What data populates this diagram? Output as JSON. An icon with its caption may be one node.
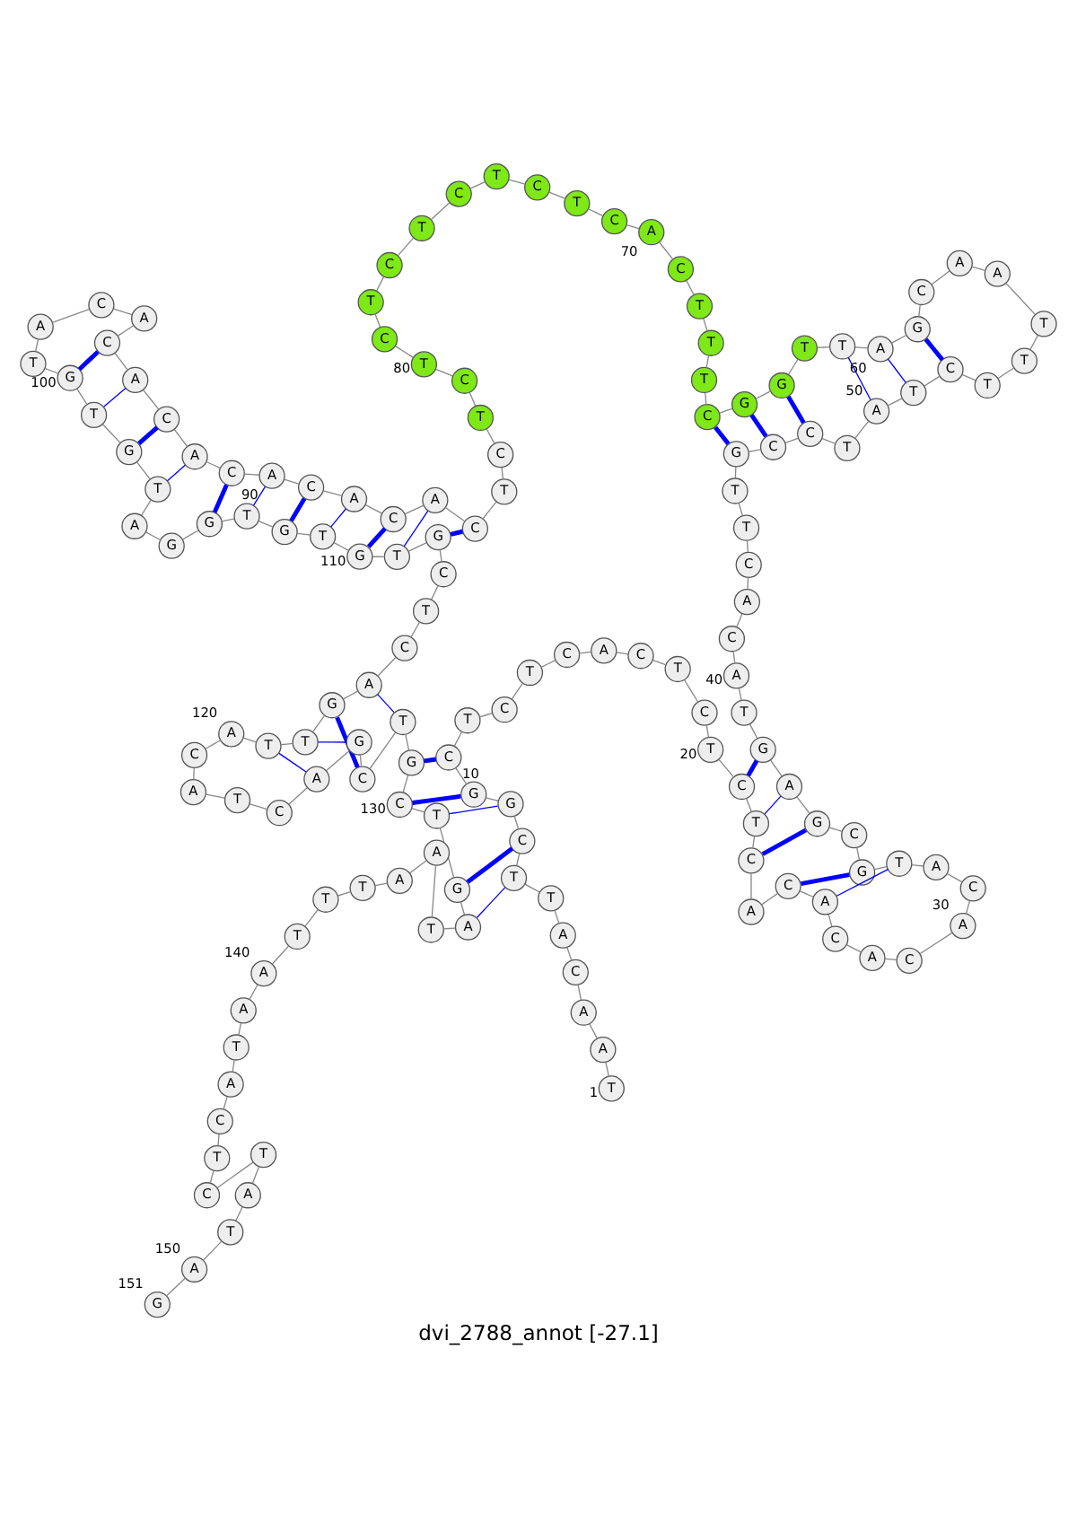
{
  "diagram": {
    "title": "dvi_2788_annot [-27.1]",
    "nodes": [
      {
        "text": [
          "T"
        ],
        "beside": [
          "1"
        ]
      },
      {
        "text": [
          "A"
        ]
      },
      {
        "text": [
          "A"
        ]
      },
      {
        "text": [
          "C"
        ]
      },
      {
        "text": [
          "A"
        ]
      },
      {
        "text": [
          "T"
        ]
      },
      {
        "text": [
          "T"
        ]
      },
      {
        "text": [
          "C"
        ]
      },
      {
        "text": [
          "G"
        ]
      },
      {
        "text": [
          "G"
        ],
        "beside": [
          "10"
        ]
      },
      {
        "text": [
          "C"
        ]
      },
      {
        "text": [
          "T"
        ]
      },
      {
        "text": [
          "C"
        ]
      },
      {
        "text": [
          "T"
        ]
      },
      {
        "text": [
          "C"
        ]
      },
      {
        "text": [
          "A"
        ]
      },
      {
        "text": [
          "C"
        ]
      },
      {
        "text": [
          "T"
        ]
      },
      {
        "text": [
          "C"
        ]
      },
      {
        "text": [
          "T"
        ],
        "beside": [
          "20"
        ]
      },
      {
        "text": [
          "C"
        ]
      },
      {
        "text": [
          "T"
        ]
      },
      {
        "text": [
          "C"
        ]
      },
      {
        "text": [
          "A"
        ]
      },
      {
        "text": [
          "C"
        ]
      },
      {
        "text": [
          "A"
        ]
      },
      {
        "text": [
          "C"
        ]
      },
      {
        "text": [
          "A"
        ]
      },
      {
        "text": [
          "C"
        ]
      },
      {
        "text": [
          "A"
        ],
        "beside": [
          "30"
        ]
      },
      {
        "text": [
          "C"
        ]
      },
      {
        "text": [
          "A"
        ]
      },
      {
        "text": [
          "T"
        ]
      },
      {
        "text": [
          "G"
        ]
      },
      {
        "text": [
          "C"
        ]
      },
      {
        "text": [
          "G"
        ]
      },
      {
        "text": [
          "A"
        ]
      },
      {
        "text": [
          "G"
        ]
      },
      {
        "text": [
          "T"
        ]
      },
      {
        "text": [
          "A"
        ],
        "beside": [
          "40"
        ]
      },
      {
        "text": [
          "C"
        ]
      },
      {
        "text": [
          "A"
        ]
      },
      {
        "text": [
          "C"
        ]
      },
      {
        "text": [
          "T"
        ]
      },
      {
        "text": [
          "T"
        ]
      },
      {
        "text": [
          "G"
        ]
      },
      {
        "text": [
          "C"
        ]
      },
      {
        "text": [
          "C"
        ]
      },
      {
        "text": [
          "T"
        ]
      },
      {
        "text": [
          "A"
        ],
        "beside": [
          "50"
        ]
      },
      {
        "text": [
          "T"
        ]
      },
      {
        "text": [
          "C"
        ]
      },
      {
        "text": [
          "T"
        ]
      },
      {
        "text": [
          "T"
        ]
      },
      {
        "text": [
          "T"
        ]
      },
      {
        "text": [
          "A"
        ]
      },
      {
        "text": [
          "A"
        ]
      },
      {
        "text": [
          "C"
        ]
      },
      {
        "text": [
          "G"
        ]
      },
      {
        "text": [
          "A"
        ],
        "beside": [
          "60"
        ]
      },
      {
        "text": [
          "T"
        ]
      },
      {
        "text": [
          "T"
        ]
      },
      {
        "text": [
          "G"
        ]
      },
      {
        "text": [
          "G"
        ]
      },
      {
        "text": [
          "C"
        ]
      },
      {
        "text": [
          "T"
        ]
      },
      {
        "text": [
          "T"
        ]
      },
      {
        "text": [
          "T"
        ]
      },
      {
        "text": [
          "C"
        ]
      },
      {
        "text": [
          "A"
        ],
        "beside": [
          "70"
        ]
      },
      {
        "text": [
          "C"
        ]
      },
      {
        "text": [
          "T"
        ]
      },
      {
        "text": [
          "C"
        ]
      },
      {
        "text": [
          "T"
        ]
      },
      {
        "text": [
          "C"
        ]
      },
      {
        "text": [
          "T"
        ]
      },
      {
        "text": [
          "C"
        ]
      },
      {
        "text": [
          "T"
        ]
      },
      {
        "text": [
          "C"
        ]
      },
      {
        "text": [
          "T"
        ],
        "beside": [
          "80"
        ]
      },
      {
        "text": [
          "C"
        ]
      },
      {
        "text": [
          "T"
        ]
      },
      {
        "text": [
          "C"
        ]
      },
      {
        "text": [
          "T"
        ]
      },
      {
        "text": [
          "C"
        ]
      },
      {
        "text": [
          "A"
        ]
      },
      {
        "text": [
          "C"
        ]
      },
      {
        "text": [
          "A"
        ]
      },
      {
        "text": [
          "C"
        ]
      },
      {
        "text": [
          "A"
        ],
        "beside": [
          "90"
        ]
      },
      {
        "text": [
          "C"
        ]
      },
      {
        "text": [
          "A"
        ]
      },
      {
        "text": [
          "C"
        ]
      },
      {
        "text": [
          "A"
        ]
      },
      {
        "text": [
          "C"
        ]
      },
      {
        "text": [
          "A"
        ]
      },
      {
        "text": [
          "C"
        ]
      },
      {
        "text": [
          "A"
        ]
      },
      {
        "text": [
          "T"
        ]
      },
      {
        "text": [
          "G"
        ],
        "beside": [
          "100"
        ]
      },
      {
        "text": [
          "T"
        ]
      },
      {
        "text": [
          "G"
        ]
      },
      {
        "text": [
          "T"
        ]
      },
      {
        "text": [
          "A"
        ]
      },
      {
        "text": [
          "G"
        ]
      },
      {
        "text": [
          "G"
        ]
      },
      {
        "text": [
          "T"
        ]
      },
      {
        "text": [
          "G"
        ]
      },
      {
        "text": [
          "T"
        ]
      },
      {
        "text": [
          "G"
        ],
        "beside": [
          "110"
        ]
      },
      {
        "text": [
          "T"
        ]
      },
      {
        "text": [
          "G"
        ]
      },
      {
        "text": [
          "C"
        ]
      },
      {
        "text": [
          "T"
        ]
      },
      {
        "text": [
          "C"
        ]
      },
      {
        "text": [
          "A"
        ]
      },
      {
        "text": [
          "G"
        ]
      },
      {
        "text": [
          "T"
        ]
      },
      {
        "text": [
          "T"
        ]
      },
      {
        "text": [
          "A"
        ],
        "beside": [
          "120"
        ]
      },
      {
        "text": [
          "C"
        ]
      },
      {
        "text": [
          "A"
        ]
      },
      {
        "text": [
          "T"
        ]
      },
      {
        "text": [
          "C"
        ]
      },
      {
        "text": [
          "A"
        ]
      },
      {
        "text": [
          "G"
        ]
      },
      {
        "text": [
          "C"
        ]
      },
      {
        "text": [
          "T"
        ]
      },
      {
        "text": [
          "G"
        ]
      },
      {
        "text": [
          "C"
        ],
        "beside": [
          "130"
        ]
      },
      {
        "text": [
          "T"
        ]
      },
      {
        "text": [
          "G"
        ]
      },
      {
        "text": [
          "A"
        ]
      },
      {
        "text": [
          "T"
        ]
      },
      {
        "text": [
          "A"
        ]
      },
      {
        "text": [
          "A"
        ]
      },
      {
        "text": [
          "T"
        ]
      },
      {
        "text": [
          "T"
        ]
      },
      {
        "text": [
          "T"
        ]
      },
      {
        "text": [
          "A"
        ],
        "beside": [
          "140"
        ]
      },
      {
        "text": [
          "A"
        ]
      },
      {
        "text": [
          "T"
        ]
      },
      {
        "text": [
          "A"
        ]
      },
      {
        "text": [
          "C"
        ]
      },
      {
        "text": [
          "T"
        ]
      },
      {
        "text": [
          "C"
        ]
      },
      {
        "text": [
          "T"
        ]
      },
      {
        "text": [
          "A"
        ]
      },
      {
        "text": [
          "T"
        ]
      },
      {
        "text": [
          "A"
        ],
        "beside": [
          "150"
        ]
      },
      {
        "text": [
          "G"
        ],
        "beside": [
          "151"
        ]
      }
    ],
    "edges": [
      {
        "from": 0,
        "to": 1,
        "arrow": "none"
      },
      {
        "from": 1,
        "to": 2,
        "arrow": "none"
      },
      {
        "from": 2,
        "to": 3,
        "arrow": "none"
      },
      {
        "from": 3,
        "to": 4,
        "arrow": "none"
      },
      {
        "from": 4,
        "to": 5,
        "arrow": "none"
      },
      {
        "from": 5,
        "to": 6,
        "arrow": "none"
      },
      {
        "from": 6,
        "to": 7,
        "arrow": "none"
      },
      {
        "from": 7,
        "to": 8,
        "arrow": "none"
      },
      {
        "from": 8,
        "to": 9,
        "arrow": "none"
      },
      {
        "from": 9,
        "to": 10,
        "arrow": "none"
      },
      {
        "from": 10,
        "to": 11,
        "arrow": "none"
      },
      {
        "from": 11,
        "to": 12,
        "arrow": "none"
      },
      {
        "from": 12,
        "to": 13,
        "arrow": "none"
      },
      {
        "from": 13,
        "to": 14,
        "arrow": "none"
      },
      {
        "from": 14,
        "to": 15,
        "arrow": "none"
      },
      {
        "from": 15,
        "to": 16,
        "arrow": "none"
      },
      {
        "from": 16,
        "to": 17,
        "arrow": "none"
      },
      {
        "from": 17,
        "to": 18,
        "arrow": "none"
      },
      {
        "from": 18,
        "to": 19,
        "arrow": "none"
      },
      {
        "from": 19,
        "to": 20,
        "arrow": "none"
      },
      {
        "from": 20,
        "to": 21,
        "arrow": "none"
      },
      {
        "from": 21,
        "to": 22,
        "arrow": "none"
      },
      {
        "from": 22,
        "to": 23,
        "arrow": "none"
      },
      {
        "from": 23,
        "to": 24,
        "arrow": "none"
      },
      {
        "from": 24,
        "to": 25,
        "arrow": "none"
      },
      {
        "from": 25,
        "to": 26,
        "arrow": "none"
      },
      {
        "from": 26,
        "to": 27,
        "arrow": "none"
      },
      {
        "from": 27,
        "to": 28,
        "arrow": "none"
      },
      {
        "from": 28,
        "to": 29,
        "arrow": "none"
      },
      {
        "from": 29,
        "to": 30,
        "arrow": "none"
      },
      {
        "from": 30,
        "to": 31,
        "arrow": "none"
      },
      {
        "from": 31,
        "to": 32,
        "arrow": "none"
      },
      {
        "from": 32,
        "to": 33,
        "arrow": "none"
      },
      {
        "from": 33,
        "to": 34,
        "arrow": "none"
      },
      {
        "from": 34,
        "to": 35,
        "arrow": "none"
      },
      {
        "from": 35,
        "to": 36,
        "arrow": "none"
      },
      {
        "from": 36,
        "to": 37,
        "arrow": "none"
      },
      {
        "from": 37,
        "to": 38,
        "arrow": "none"
      },
      {
        "from": 38,
        "to": 39,
        "arrow": "none"
      },
      {
        "from": 39,
        "to": 40,
        "arrow": "none"
      },
      {
        "from": 40,
        "to": 41,
        "arrow": "none"
      },
      {
        "from": 41,
        "to": 42,
        "arrow": "none"
      },
      {
        "from": 42,
        "to": 43,
        "arrow": "none"
      },
      {
        "from": 43,
        "to": 44,
        "arrow": "none"
      },
      {
        "from": 44,
        "to": 45,
        "arrow": "none"
      },
      {
        "from": 45,
        "to": 46,
        "arrow": "none"
      },
      {
        "from": 46,
        "to": 47,
        "arrow": "none"
      },
      {
        "from": 47,
        "to": 48,
        "arrow": "none"
      },
      {
        "from": 48,
        "to": 49,
        "arrow": "none"
      },
      {
        "from": 49,
        "to": 50,
        "arrow": "none"
      },
      {
        "from": 50,
        "to": 51,
        "arrow": "none"
      },
      {
        "from": 51,
        "to": 52,
        "arrow": "none"
      },
      {
        "from": 52,
        "to": 53,
        "arrow": "none"
      },
      {
        "from": 53,
        "to": 54,
        "arrow": "none"
      },
      {
        "from": 54,
        "to": 55,
        "arrow": "none"
      },
      {
        "from": 55,
        "to": 56,
        "arrow": "none"
      },
      {
        "from": 56,
        "to": 57,
        "arrow": "none"
      },
      {
        "from": 57,
        "to": 58,
        "arrow": "none"
      },
      {
        "from": 58,
        "to": 59,
        "arrow": "none"
      },
      {
        "from": 59,
        "to": 60,
        "arrow": "none"
      },
      {
        "from": 60,
        "to": 61,
        "arrow": "none"
      },
      {
        "from": 61,
        "to": 62,
        "arrow": "none"
      },
      {
        "from": 62,
        "to": 63,
        "arrow": "none"
      },
      {
        "from": 63,
        "to": 64,
        "arrow": "none"
      },
      {
        "from": 64,
        "to": 65,
        "arrow": "none"
      },
      {
        "from": 65,
        "to": 66,
        "arrow": "none"
      },
      {
        "from": 66,
        "to": 67,
        "arrow": "none"
      },
      {
        "from": 67,
        "to": 68,
        "arrow": "none"
      },
      {
        "from": 68,
        "to": 69,
        "arrow": "none"
      },
      {
        "from": 69,
        "to": 70,
        "arrow": "none"
      },
      {
        "from": 70,
        "to": 71,
        "arrow": "none"
      },
      {
        "from": 71,
        "to": 72,
        "arrow": "none"
      },
      {
        "from": 72,
        "to": 73,
        "arrow": "none"
      },
      {
        "from": 73,
        "to": 74,
        "arrow": "none"
      },
      {
        "from": 74,
        "to": 75,
        "arrow": "none"
      },
      {
        "from": 75,
        "to": 76,
        "arrow": "none"
      },
      {
        "from": 76,
        "to": 77,
        "arrow": "none"
      },
      {
        "from": 77,
        "to": 78,
        "arrow": "none"
      },
      {
        "from": 78,
        "to": 79,
        "arrow": "none"
      },
      {
        "from": 79,
        "to": 80,
        "arrow": "none"
      },
      {
        "from": 80,
        "to": 81,
        "arrow": "none"
      },
      {
        "from": 81,
        "to": 82,
        "arrow": "none"
      },
      {
        "from": 82,
        "to": 83,
        "arrow": "none"
      },
      {
        "from": 83,
        "to": 84,
        "arrow": "none"
      },
      {
        "from": 84,
        "to": 85,
        "arrow": "none"
      },
      {
        "from": 85,
        "to": 86,
        "arrow": "none"
      },
      {
        "from": 86,
        "to": 87,
        "arrow": "none"
      },
      {
        "from": 87,
        "to": 88,
        "arrow": "none"
      },
      {
        "from": 88,
        "to": 89,
        "arrow": "none"
      },
      {
        "from": 89,
        "to": 90,
        "arrow": "none"
      },
      {
        "from": 90,
        "to": 91,
        "arrow": "none"
      },
      {
        "from": 91,
        "to": 92,
        "arrow": "none"
      },
      {
        "from": 92,
        "to": 93,
        "arrow": "none"
      },
      {
        "from": 93,
        "to": 94,
        "arrow": "none"
      },
      {
        "from": 94,
        "to": 95,
        "arrow": "none"
      },
      {
        "from": 95,
        "to": 96,
        "arrow": "none"
      },
      {
        "from": 96,
        "to": 97,
        "arrow": "none"
      },
      {
        "from": 97,
        "to": 98,
        "arrow": "none"
      },
      {
        "from": 98,
        "to": 99,
        "arrow": "none"
      },
      {
        "from": 99,
        "to": 100,
        "arrow": "none"
      },
      {
        "from": 100,
        "to": 101,
        "arrow": "none"
      },
      {
        "from": 101,
        "to": 102,
        "arrow": "none"
      },
      {
        "from": 102,
        "to": 103,
        "arrow": "none"
      },
      {
        "from": 103,
        "to": 104,
        "arrow": "none"
      },
      {
        "from": 104,
        "to": 105,
        "arrow": "none"
      },
      {
        "from": 105,
        "to": 106,
        "arrow": "none"
      },
      {
        "from": 106,
        "to": 107,
        "arrow": "none"
      },
      {
        "from": 107,
        "to": 108,
        "arrow": "none"
      },
      {
        "from": 108,
        "to": 109,
        "arrow": "none"
      },
      {
        "from": 109,
        "to": 110,
        "arrow": "none"
      },
      {
        "from": 110,
        "to": 111,
        "arrow": "none"
      },
      {
        "from": 111,
        "to": 112,
        "arrow": "none"
      },
      {
        "from": 112,
        "to": 113,
        "arrow": "none"
      },
      {
        "from": 113,
        "to": 114,
        "arrow": "none"
      },
      {
        "from": 114,
        "to": 115,
        "arrow": "none"
      },
      {
        "from": 115,
        "to": 116,
        "arrow": "none"
      },
      {
        "from": 116,
        "to": 117,
        "arrow": "none"
      },
      {
        "from": 117,
        "to": 118,
        "arrow": "none"
      },
      {
        "from": 118,
        "to": 119,
        "arrow": "none"
      },
      {
        "from": 119,
        "to": 120,
        "arrow": "none"
      },
      {
        "from": 120,
        "to": 121,
        "arrow": "none"
      },
      {
        "from": 121,
        "to": 122,
        "arrow": "none"
      },
      {
        "from": 122,
        "to": 123,
        "arrow": "none"
      },
      {
        "from": 123,
        "to": 124,
        "arrow": "none"
      },
      {
        "from": 124,
        "to": 125,
        "arrow": "none"
      },
      {
        "from": 125,
        "to": 126,
        "arrow": "none"
      },
      {
        "from": 126,
        "to": 127,
        "arrow": "none"
      },
      {
        "from": 127,
        "to": 128,
        "arrow": "none"
      },
      {
        "from": 128,
        "to": 129,
        "arrow": "none"
      },
      {
        "from": 129,
        "to": 130,
        "arrow": "none"
      },
      {
        "from": 130,
        "to": 131,
        "arrow": "none"
      },
      {
        "from": 131,
        "to": 132,
        "arrow": "none"
      },
      {
        "from": 132,
        "to": 133,
        "arrow": "none"
      },
      {
        "from": 133,
        "to": 134,
        "arrow": "none"
      },
      {
        "from": 134,
        "to": 135,
        "arrow": "none"
      },
      {
        "from": 135,
        "to": 136,
        "arrow": "none"
      },
      {
        "from": 136,
        "to": 137,
        "arrow": "none"
      },
      {
        "from": 137,
        "to": 138,
        "arrow": "none"
      },
      {
        "from": 138,
        "to": 139,
        "arrow": "none"
      },
      {
        "from": 139,
        "to": 140,
        "arrow": "none"
      },
      {
        "from": 140,
        "to": 141,
        "arrow": "none"
      },
      {
        "from": 141,
        "to": 142,
        "arrow": "none"
      },
      {
        "from": 142,
        "to": 143,
        "arrow": "none"
      },
      {
        "from": 143,
        "to": 144,
        "arrow": "none"
      },
      {
        "from": 144,
        "to": 145,
        "arrow": "none"
      },
      {
        "from": 145,
        "to": 146,
        "arrow": "none"
      },
      {
        "from": 146,
        "to": 147,
        "arrow": "none"
      },
      {
        "from": 147,
        "to": 148,
        "arrow": "none"
      },
      {
        "from": 148,
        "to": 149,
        "arrow": "none"
      },
      {
        "from": 149,
        "to": 150,
        "arrow": "none"
      },
      {
        "from": 6,
        "to": 132,
        "arrow": "none",
        "color": "#0000ff"
      },
      {
        "from": 7,
        "to": 131,
        "arrow": "none",
        "color": "#0000ff",
        "style": "thick"
      },
      {
        "from": 8,
        "to": 130,
        "arrow": "none",
        "color": "#0000ff"
      },
      {
        "from": 9,
        "to": 129,
        "arrow": "none",
        "color": "#0000ff",
        "style": "thick"
      },
      {
        "from": 10,
        "to": 128,
        "arrow": "none",
        "color": "#0000ff",
        "style": "thick"
      },
      {
        "from": 20,
        "to": 37,
        "arrow": "none",
        "color": "#0000ff",
        "style": "thick"
      },
      {
        "from": 21,
        "to": 36,
        "arrow": "none",
        "color": "#0000ff"
      },
      {
        "from": 22,
        "to": 35,
        "arrow": "none",
        "color": "#0000ff",
        "style": "thick"
      },
      {
        "from": 24,
        "to": 33,
        "arrow": "none",
        "color": "#0000ff",
        "style": "thick"
      },
      {
        "from": 25,
        "to": 32,
        "arrow": "none",
        "color": "#0000ff"
      },
      {
        "from": 45,
        "to": 64,
        "arrow": "none",
        "color": "#0000ff",
        "style": "thick"
      },
      {
        "from": 46,
        "to": 63,
        "arrow": "none",
        "color": "#0000ff",
        "style": "thick"
      },
      {
        "from": 47,
        "to": 62,
        "arrow": "none",
        "color": "#0000ff",
        "style": "thick"
      },
      {
        "from": 49,
        "to": 60,
        "arrow": "none",
        "color": "#0000ff"
      },
      {
        "from": 50,
        "to": 59,
        "arrow": "none",
        "color": "#0000ff"
      },
      {
        "from": 51,
        "to": 58,
        "arrow": "none",
        "color": "#0000ff",
        "style": "thick"
      },
      {
        "from": 84,
        "to": 111,
        "arrow": "none",
        "color": "#0000ff",
        "style": "thick"
      },
      {
        "from": 85,
        "to": 110,
        "arrow": "none",
        "color": "#0000ff"
      },
      {
        "from": 86,
        "to": 109,
        "arrow": "none",
        "color": "#0000ff",
        "style": "thick"
      },
      {
        "from": 87,
        "to": 108,
        "arrow": "none",
        "color": "#0000ff"
      },
      {
        "from": 88,
        "to": 107,
        "arrow": "none",
        "color": "#0000ff",
        "style": "thick"
      },
      {
        "from": 89,
        "to": 106,
        "arrow": "none",
        "color": "#0000ff"
      },
      {
        "from": 90,
        "to": 105,
        "arrow": "none",
        "color": "#0000ff",
        "style": "thick"
      },
      {
        "from": 91,
        "to": 102,
        "arrow": "none",
        "color": "#0000ff"
      },
      {
        "from": 92,
        "to": 101,
        "arrow": "none",
        "color": "#0000ff",
        "style": "thick"
      },
      {
        "from": 93,
        "to": 100,
        "arrow": "none",
        "color": "#0000ff"
      },
      {
        "from": 94,
        "to": 99,
        "arrow": "none",
        "color": "#0000ff",
        "style": "thick"
      },
      {
        "from": 115,
        "to": 127,
        "arrow": "none",
        "color": "#0000ff"
      },
      {
        "from": 116,
        "to": 126,
        "arrow": "none",
        "color": "#0000ff",
        "style": "thick"
      },
      {
        "from": 117,
        "to": 125,
        "arrow": "none",
        "color": "#0000ff"
      },
      {
        "from": 118,
        "to": 124,
        "arrow": "none",
        "color": "#0000ff"
      }
    ]
  }
}
